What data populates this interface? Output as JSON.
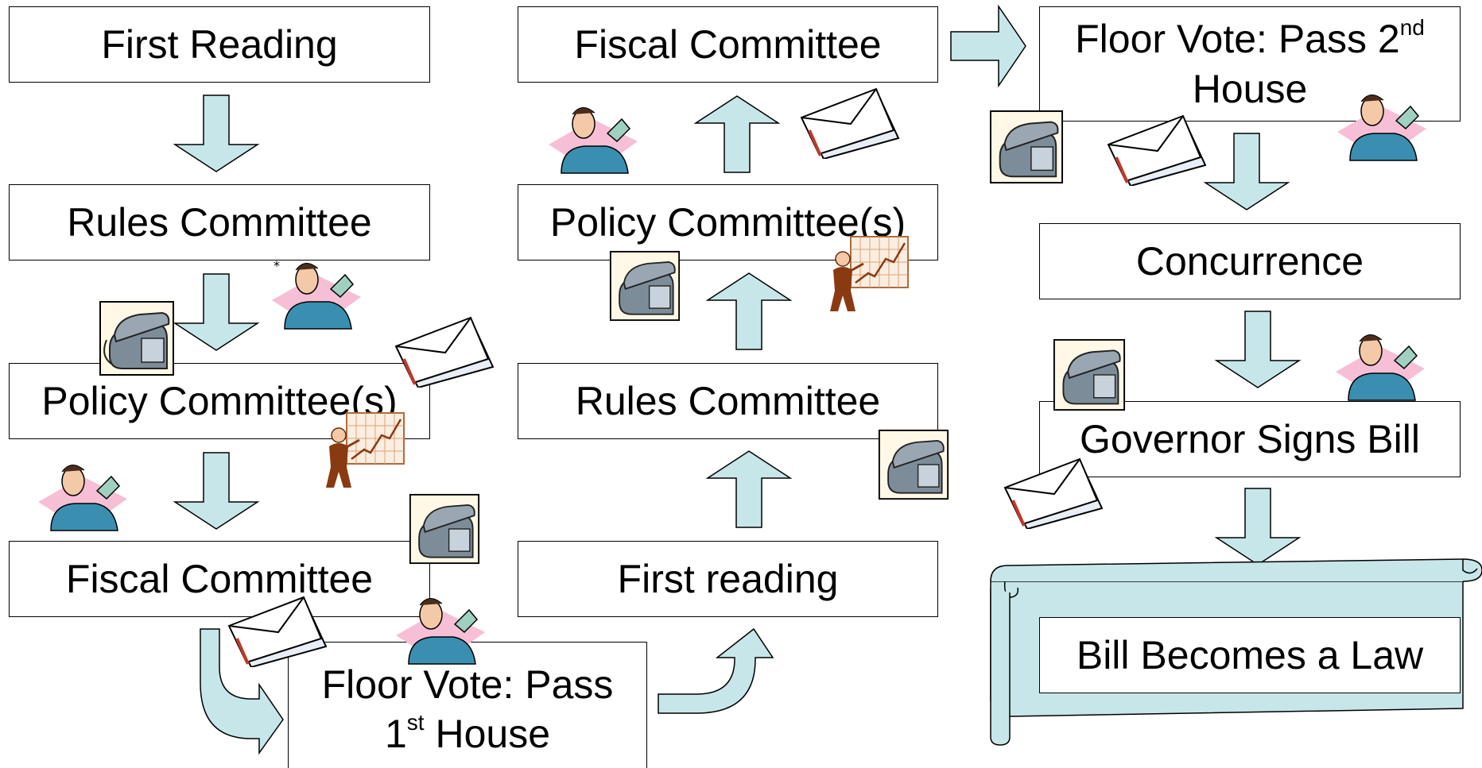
{
  "steps": {
    "col1": {
      "first_reading": "First Reading",
      "rules": "Rules Committee",
      "policy": "Policy Committee(s)",
      "fiscal": "Fiscal Committee"
    },
    "floor_vote_1": {
      "line1": "Floor Vote: Pass",
      "line2_pre": "1",
      "line2_sup": "st",
      "line2_post": " House"
    },
    "col2": {
      "fiscal": "Fiscal Committee",
      "policy": "Policy Committee(s)",
      "rules": "Rules Committee",
      "first_reading": "First reading"
    },
    "col3": {
      "floor_vote_2_line1_pre": "Floor Vote: Pass 2",
      "floor_vote_2_sup": "nd",
      "floor_vote_2_line2": "House",
      "concurrence": "Concurrence",
      "governor": "Governor Signs Bill",
      "law": "Bill Becomes a Law"
    }
  },
  "colors": {
    "arrow_fill": "#c7e6e9",
    "arrow_stroke": "#000000",
    "scroll_fill": "#c7e6e9"
  },
  "icons": [
    "telephone-icon",
    "envelope-icon",
    "businessman-icon",
    "presenter-chart-icon"
  ]
}
